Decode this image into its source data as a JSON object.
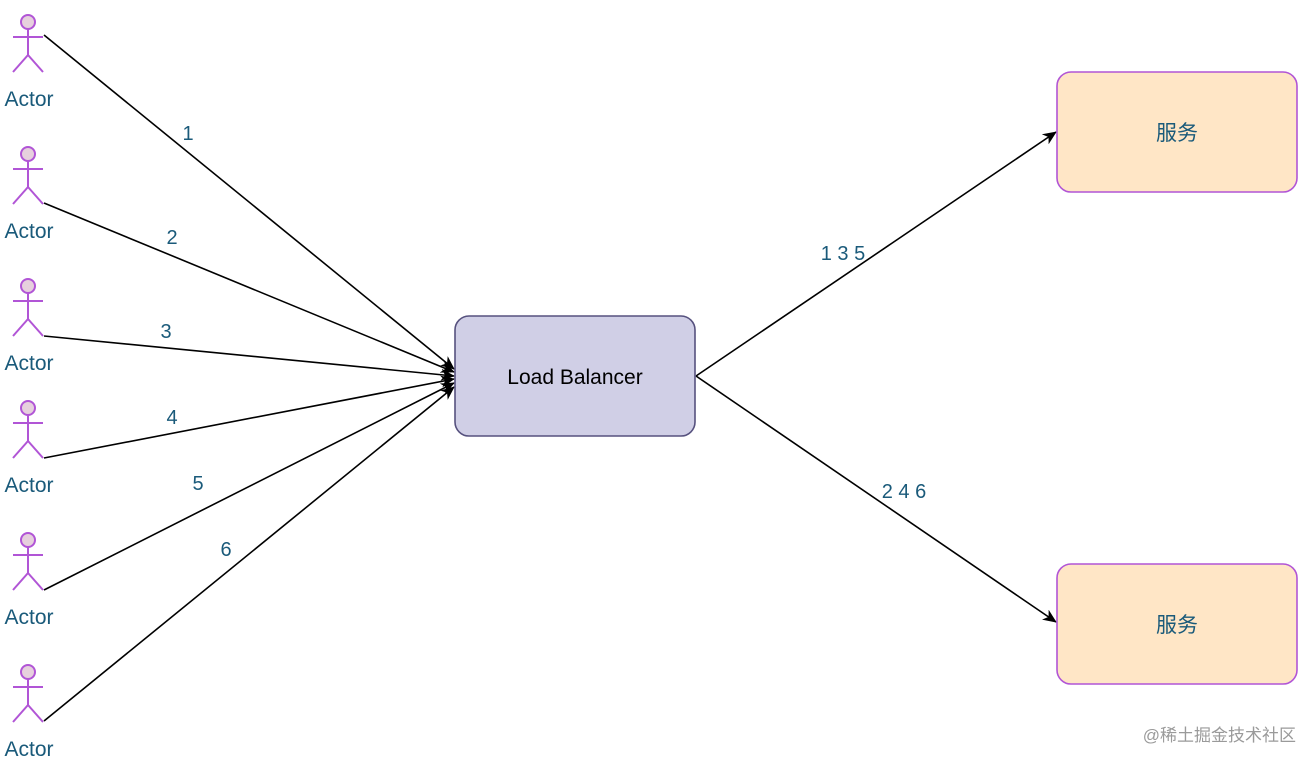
{
  "colors": {
    "actor_stroke": "#b155d6",
    "actor_head_fill": "#e6d0dd",
    "label_text": "#1a5a7a",
    "lb_fill": "#d0cfe6",
    "lb_stroke": "#56517e",
    "service_fill": "#ffe6c6",
    "service_stroke": "#b155d6",
    "edge": "#000000"
  },
  "actors": [
    {
      "label": "Actor",
      "edge_label": "1"
    },
    {
      "label": "Actor",
      "edge_label": "2"
    },
    {
      "label": "Actor",
      "edge_label": "3"
    },
    {
      "label": "Actor",
      "edge_label": "4"
    },
    {
      "label": "Actor",
      "edge_label": "5"
    },
    {
      "label": "Actor",
      "edge_label": "6"
    }
  ],
  "load_balancer": {
    "label": "Load Balancer"
  },
  "services": [
    {
      "label": "服务",
      "edge_label": "1 3 5"
    },
    {
      "label": "服务",
      "edge_label": "2 4 6"
    }
  ],
  "watermark": "@稀土掘金技术社区"
}
